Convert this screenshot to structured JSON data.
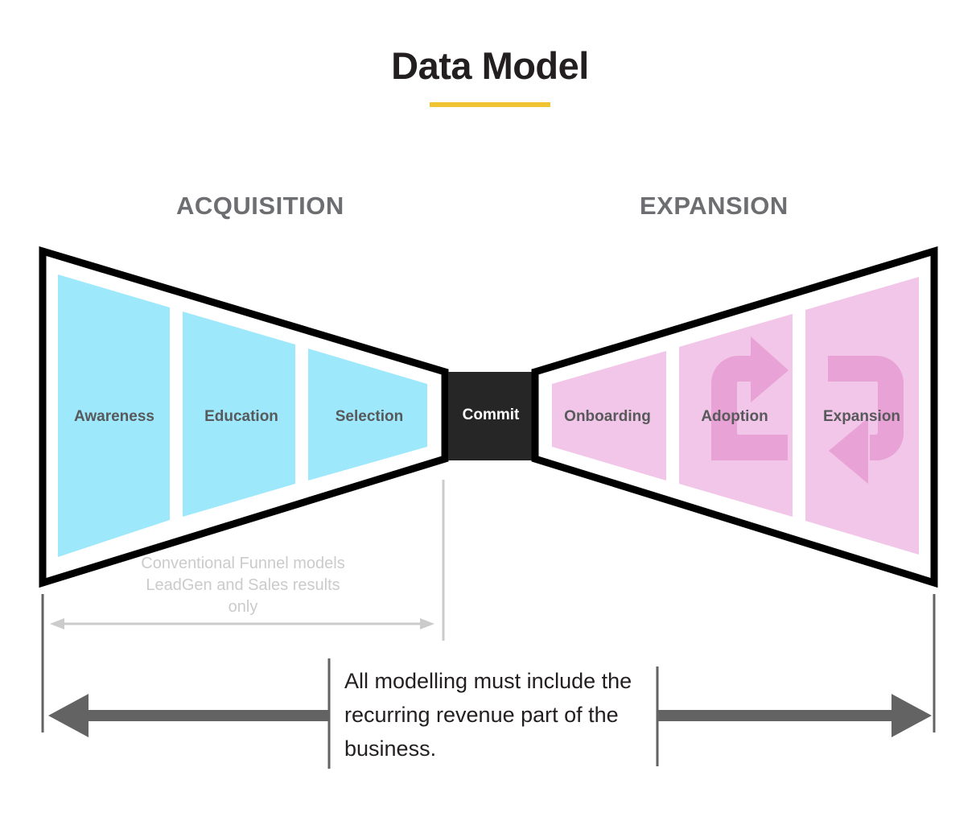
{
  "title": {
    "text": "Data Model",
    "rule_color": "#f0c333"
  },
  "headings": {
    "left": "ACQUISITION",
    "right": "EXPANSION"
  },
  "colors": {
    "acquisition_fill": "#9de8fb",
    "expansion_fill": "#f2c6e8",
    "recycle_icon": "#e8a2d6",
    "outline": "#000000",
    "commit_fill": "#262626",
    "commit_text": "#ffffff",
    "stage_label": "#58595b",
    "heading": "#6d6e71",
    "faint_gray": "#cbcbcb",
    "dark_gray_arrow": "#636363",
    "body_text": "#231f20"
  },
  "funnel": {
    "acquisition_stages": [
      {
        "label": "Awareness"
      },
      {
        "label": "Education"
      },
      {
        "label": "Selection"
      }
    ],
    "commit": {
      "label": "Commit"
    },
    "expansion_stages": [
      {
        "label": "Onboarding"
      },
      {
        "label": "Adoption"
      },
      {
        "label": "Expansion"
      }
    ]
  },
  "annotations": {
    "conventional_funnel": "Conventional Funnel models LeadGen and Sales results only",
    "recurring_revenue": "All modelling must include the recurring revenue part of the business."
  },
  "icons": {
    "recycle_loop": "recycle-loop-icon",
    "arrow_left": "arrow-left-icon",
    "arrow_right": "arrow-right-icon",
    "double_arrow": "double-headed-arrow-icon"
  }
}
